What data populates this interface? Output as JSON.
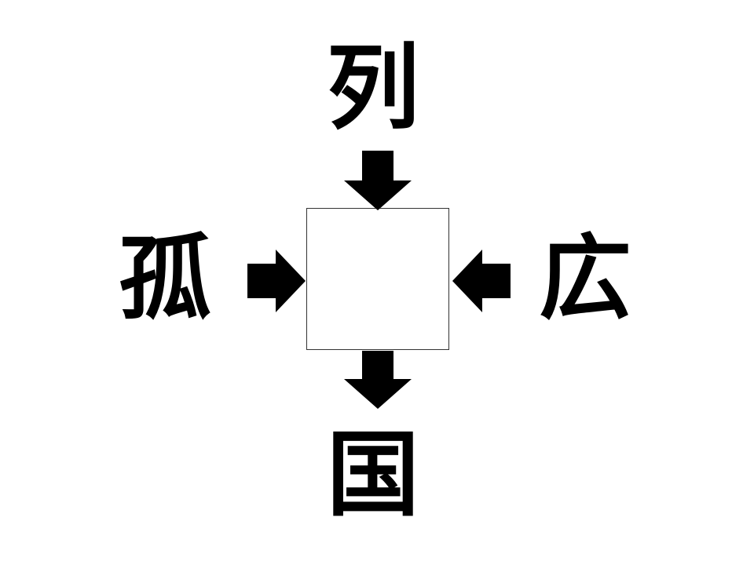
{
  "puzzle": {
    "top_kanji": "列",
    "left_kanji": "孤",
    "right_kanji": "広",
    "bottom_kanji": "国",
    "answer": ""
  },
  "colors": {
    "background": "#ffffff",
    "text": "#000000",
    "arrow": "#000000",
    "box_border": "#333333"
  },
  "icons": {
    "top_arrow": "arrow-down-icon",
    "left_arrow": "arrow-right-icon",
    "right_arrow": "arrow-left-icon",
    "bottom_arrow": "arrow-down-icon"
  }
}
